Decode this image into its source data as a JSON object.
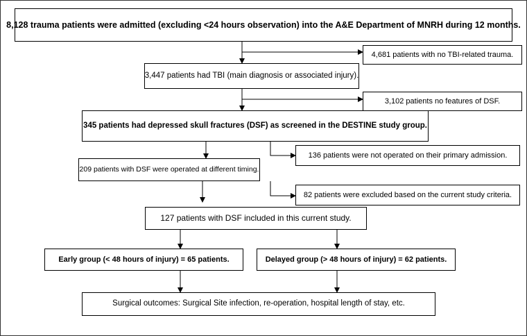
{
  "flowchart": {
    "admitted": "8,128 trauma patients were admitted (excluding <24 hours observation) into the A&E Department of MNRH during 12 months.",
    "no_tbi": "4,681 patients with no TBI-related trauma.",
    "had_tbi": "3,447 patients had TBI (main diagnosis or associated injury).",
    "no_dsf": "3,102 patients no features of DSF.",
    "dsf": "345 patients had depressed skull fractures (DSF) as screened in the DESTINE study group.",
    "not_operated": "136 patients were not operated on their primary admission.",
    "operated": "209 patients with DSF were operated at different timing.",
    "excluded": "82 patients were excluded based on the current study criteria.",
    "included": "127 patients with DSF included in this current study.",
    "early": "Early group (< 48 hours of injury) = 65 patients.",
    "delayed": "Delayed group (> 48 hours of injury) = 62 patients.",
    "outcomes": "Surgical outcomes: Surgical Site infection, re-operation, hospital length of stay, etc."
  }
}
